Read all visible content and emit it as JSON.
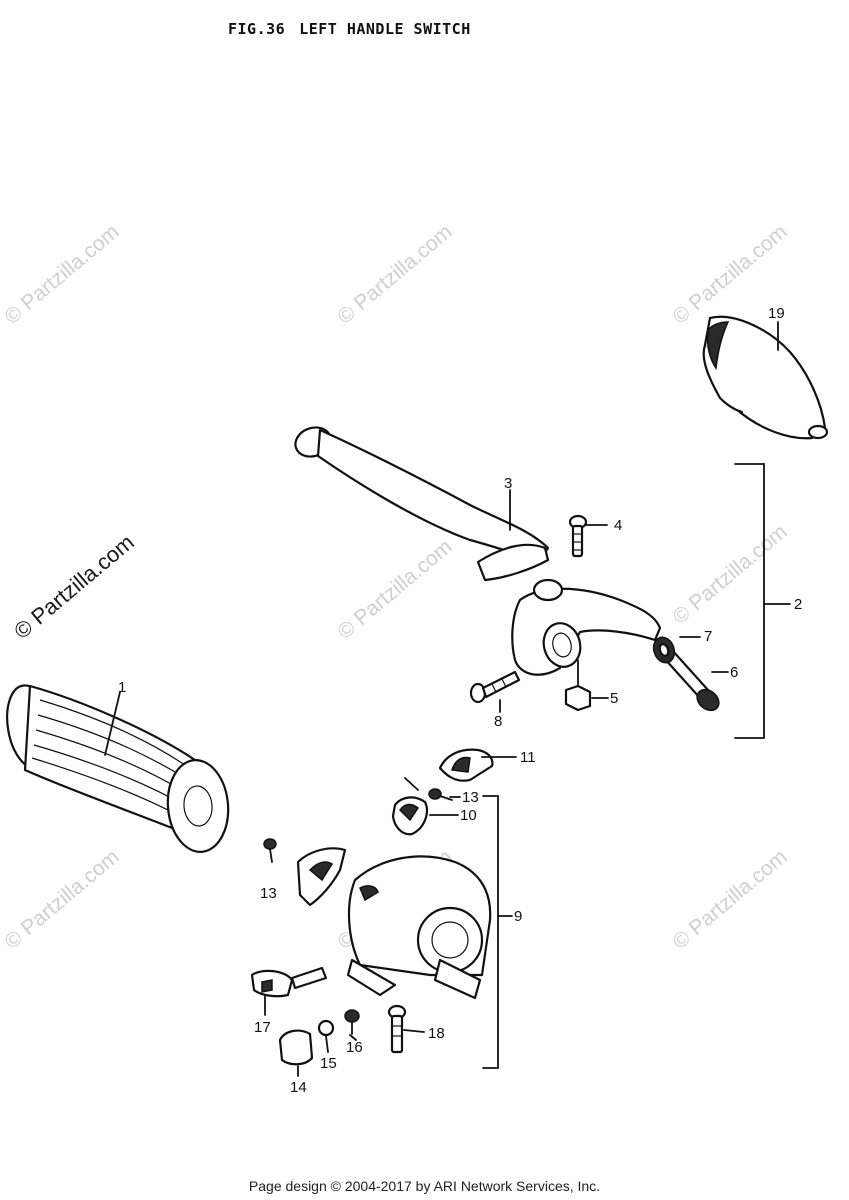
{
  "title": {
    "fig": "FIG.36",
    "name": "LEFT HANDLE SWITCH"
  },
  "watermark": "© Partzilla.com",
  "footer": "Page design © 2004-2017 by ARI Network Services, Inc.",
  "callouts": {
    "p1": "1",
    "p2": "2",
    "p3": "3",
    "p4": "4",
    "p5": "5",
    "p6": "6",
    "p7": "7",
    "p8": "8",
    "p9": "9",
    "p10": "10",
    "p11": "11",
    "p13a": "13",
    "p13b": "13",
    "p14": "14",
    "p15": "15",
    "p16": "16",
    "p17": "17",
    "p18": "18",
    "p19": "19"
  }
}
